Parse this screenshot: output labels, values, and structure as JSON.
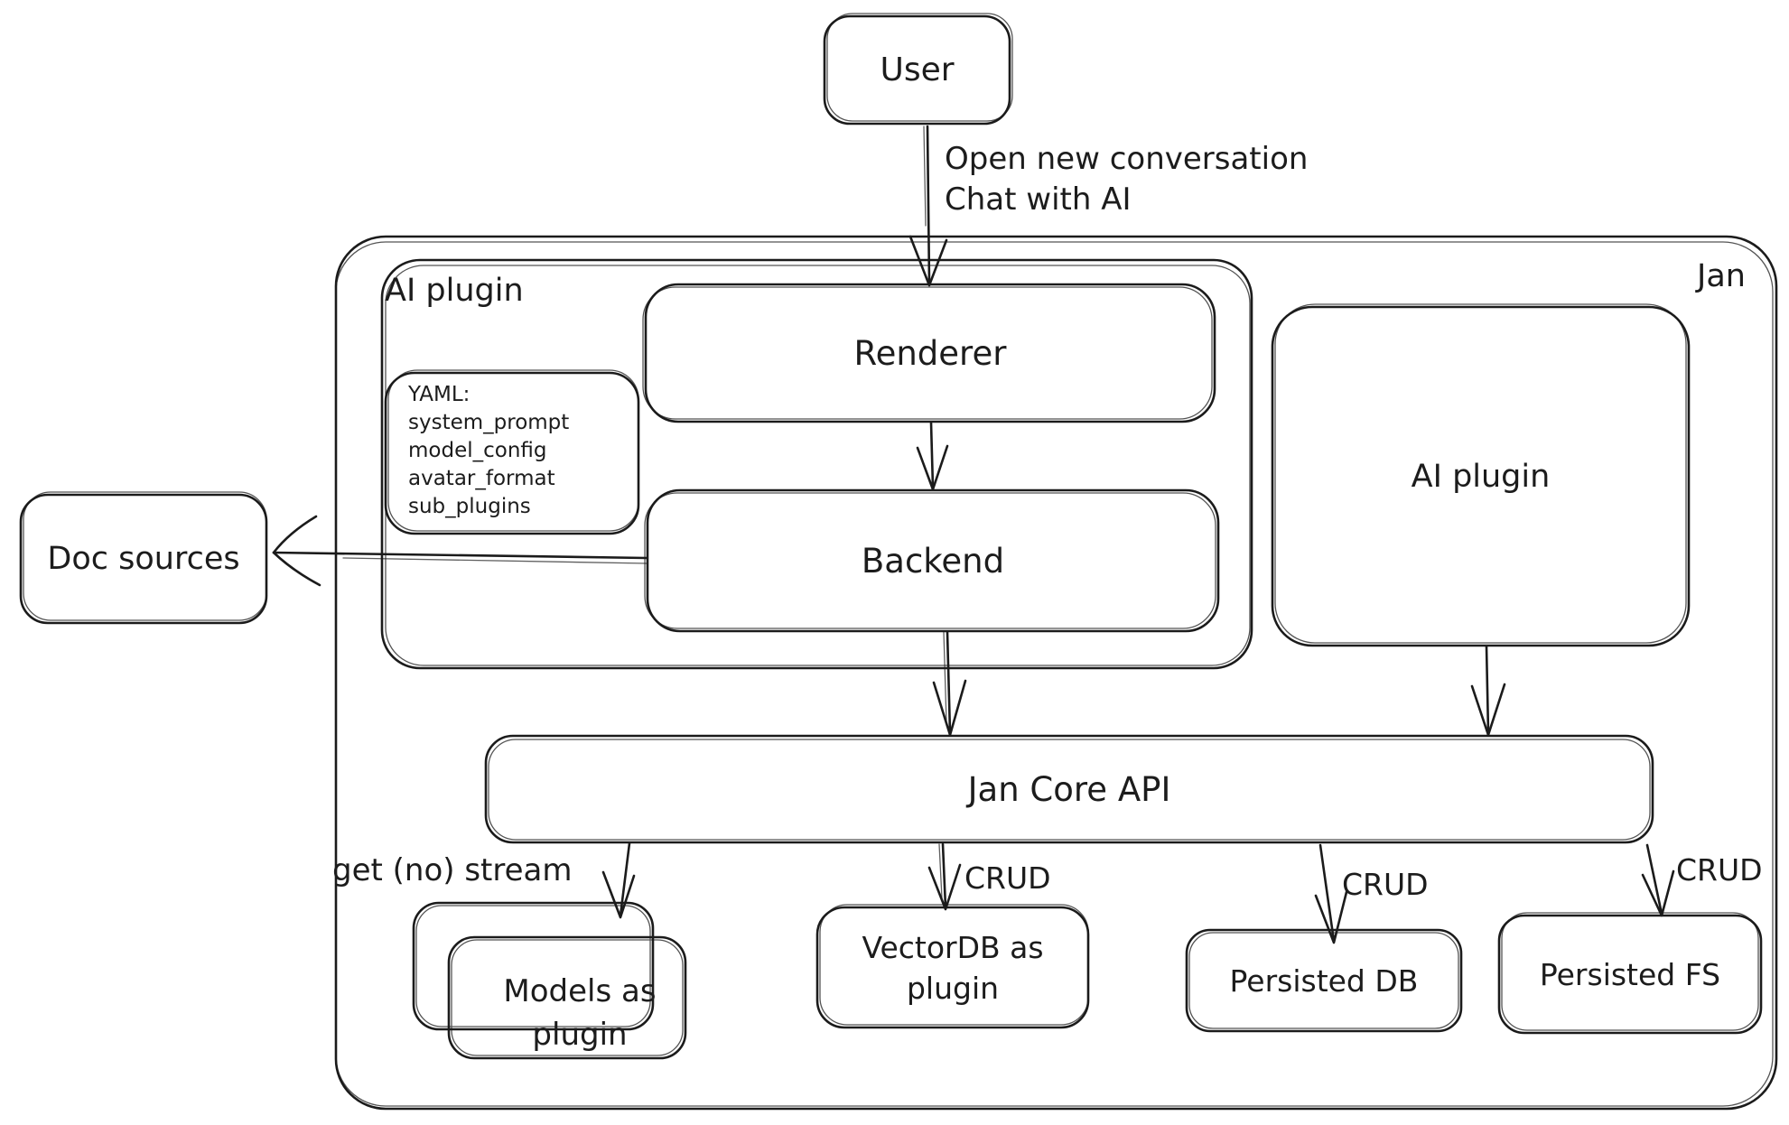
{
  "colors": {
    "stroke": "#1b1b1b",
    "text": "#1c1c1c",
    "background": "#ffffff"
  },
  "nodes": {
    "user": {
      "label": "User"
    },
    "jan": {
      "label": "Jan"
    },
    "ai_plugin_left": {
      "label": "AI plugin"
    },
    "renderer": {
      "label": "Renderer"
    },
    "yaml_note": {
      "lines": [
        "YAML:",
        "system_prompt",
        "model_config",
        "avatar_format",
        "sub_plugins"
      ]
    },
    "backend": {
      "label": "Backend"
    },
    "doc_sources": {
      "label": "Doc sources"
    },
    "ai_plugin_right": {
      "label": "AI plugin"
    },
    "jan_core_api": {
      "label": "Jan Core API"
    },
    "models_as_plugin": {
      "line1": "Models as",
      "line2": "plugin"
    },
    "vectordb_as_plugin": {
      "line1": "VectorDB as",
      "line2": "plugin"
    },
    "persisted_db": {
      "label": "Persisted DB"
    },
    "persisted_fs": {
      "label": "Persisted FS"
    }
  },
  "edges": {
    "user_to_renderer": {
      "line1": "Open new conversation",
      "line2": "Chat with AI"
    },
    "core_to_models": {
      "label": "get (no) stream"
    },
    "core_to_vectordb": {
      "label": "CRUD"
    },
    "core_to_persisted_db": {
      "label": "CRUD"
    },
    "core_to_persisted_fs": {
      "label": "CRUD"
    }
  }
}
